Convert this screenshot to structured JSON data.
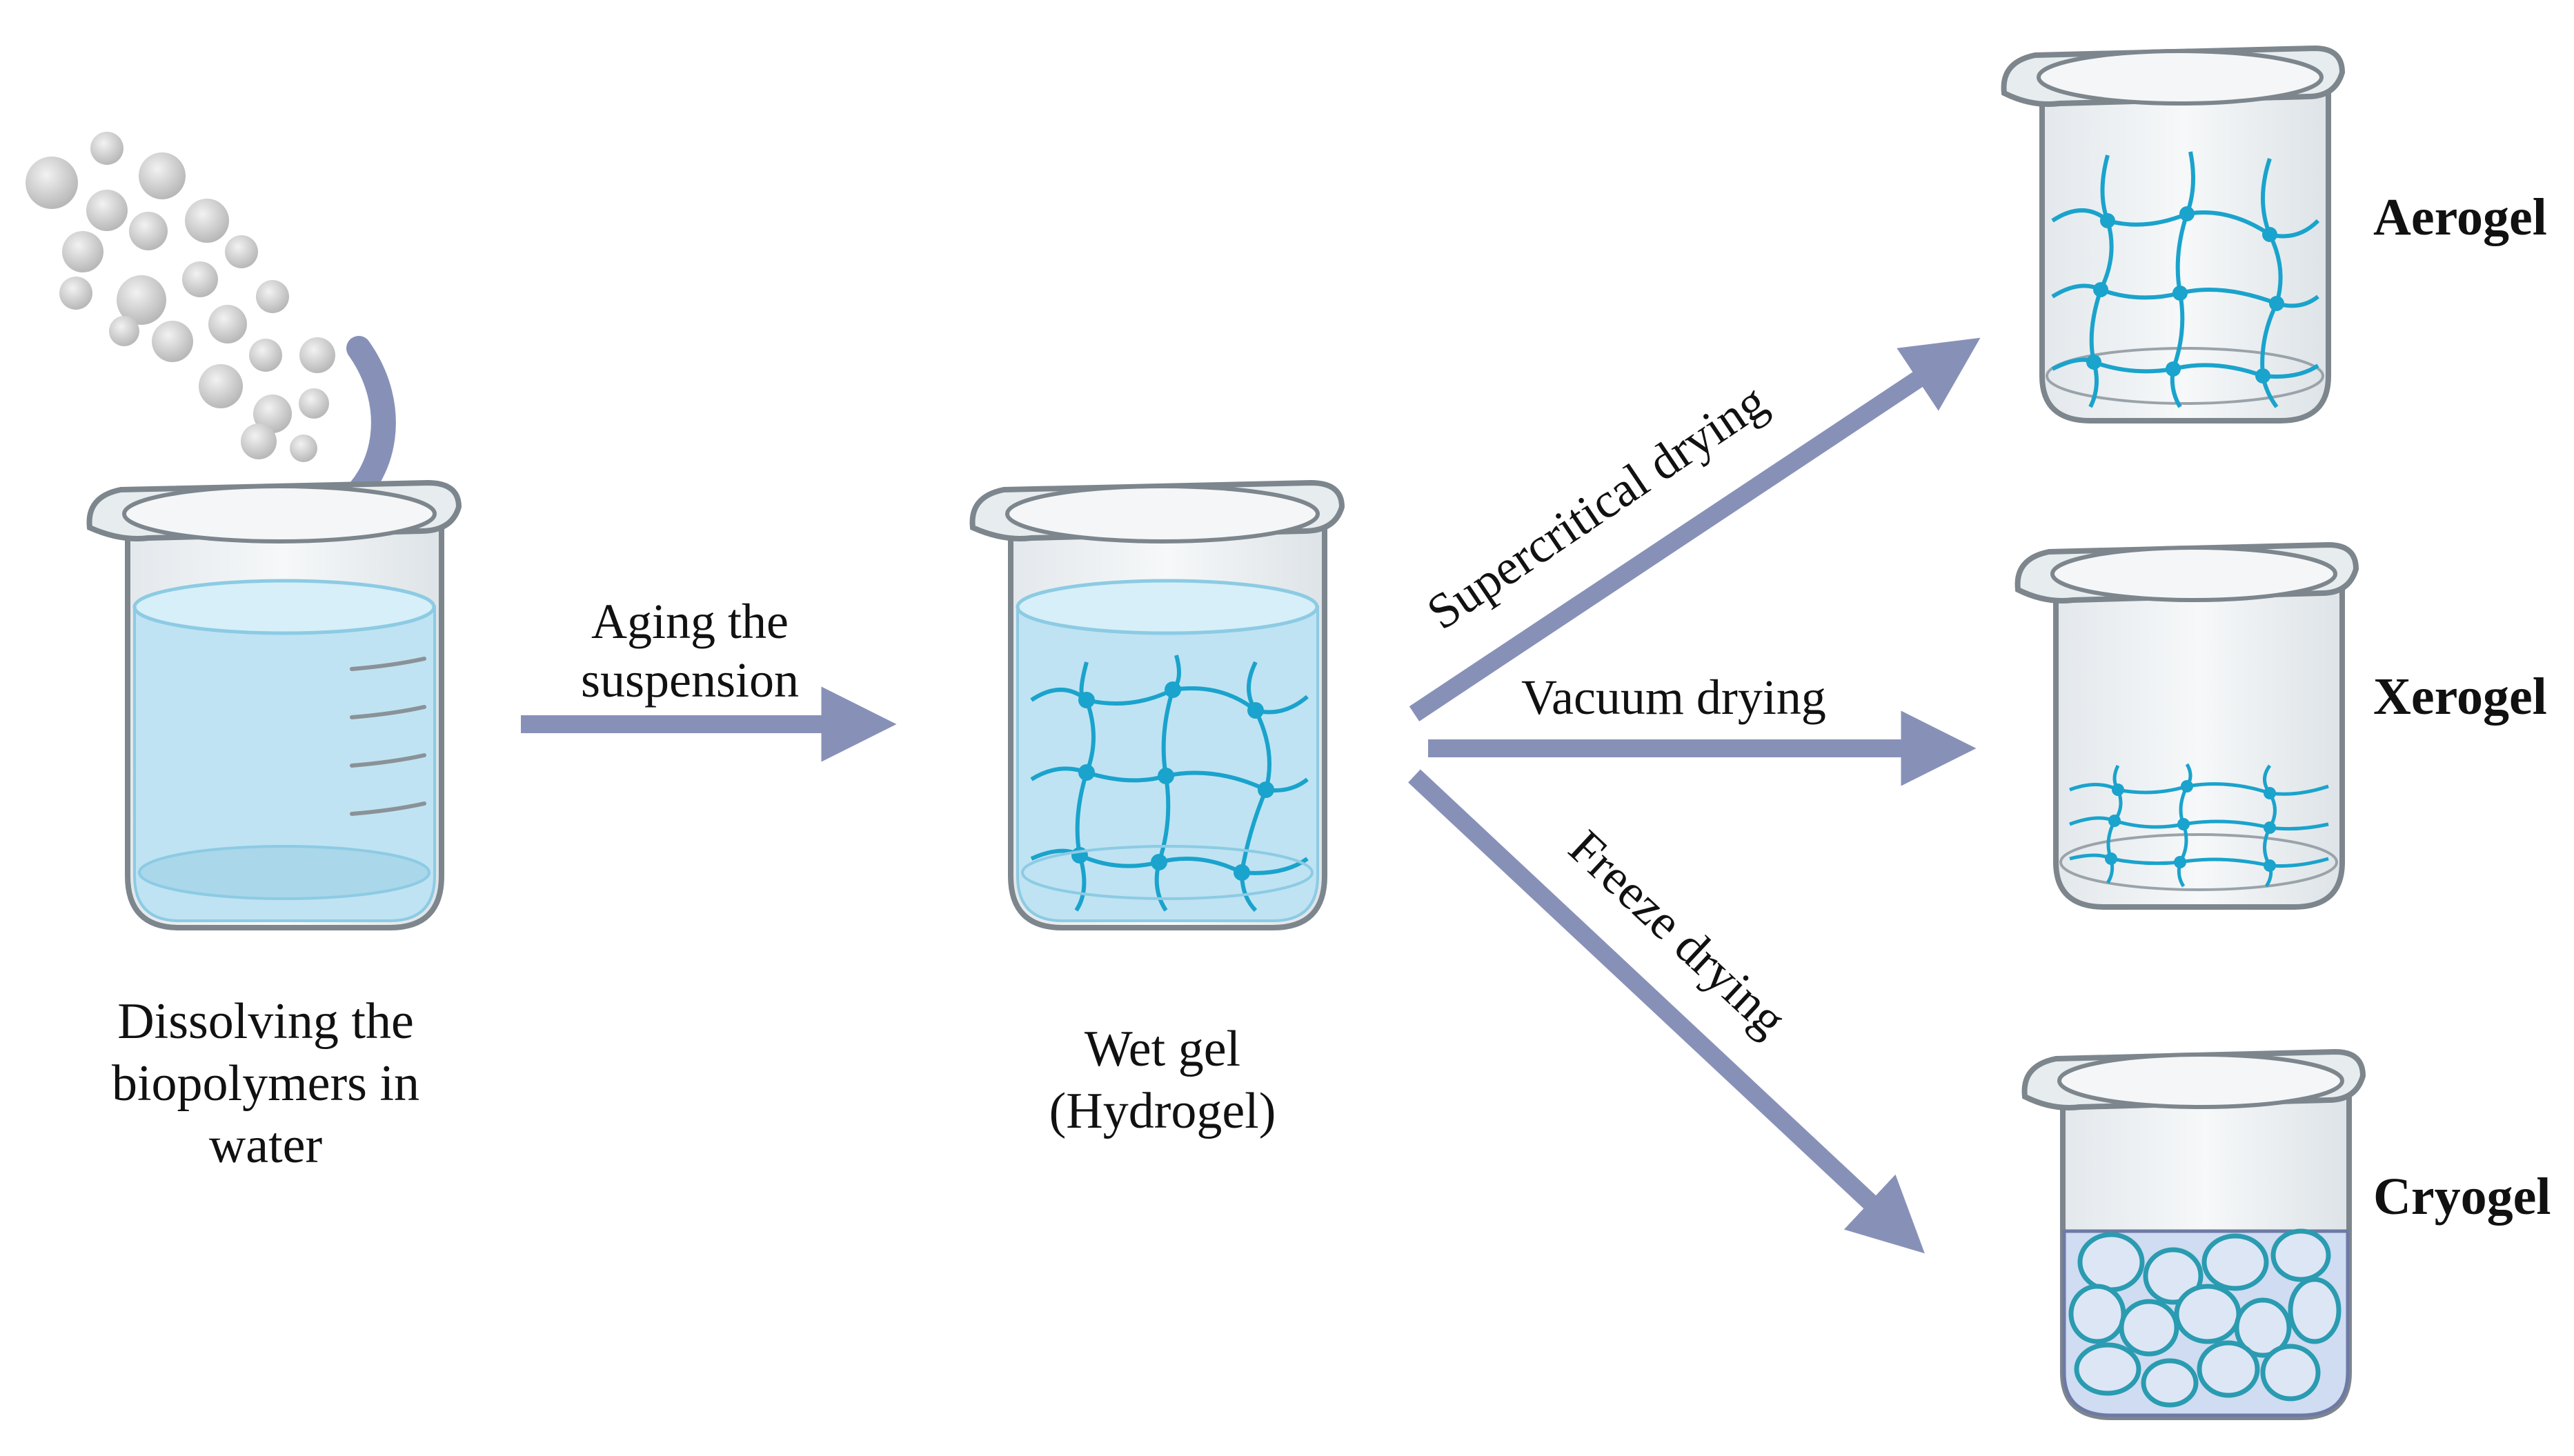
{
  "steps": {
    "dissolve": {
      "line1": "Dissolving the",
      "line2": "biopolymers in",
      "line3": "water"
    },
    "aging": {
      "line1": "Aging the",
      "line2": "suspension"
    },
    "wetgel": {
      "line1": "Wet gel",
      "line2": "(Hydrogel)"
    }
  },
  "drying": {
    "supercritical": "Supercritical drying",
    "vacuum": "Vacuum drying",
    "freeze": "Freeze drying"
  },
  "products": {
    "aerogel": "Aerogel",
    "xerogel": "Xerogel",
    "cryogel": "Cryogel"
  },
  "colors": {
    "arrow": "#8791b8",
    "water": "#bfe3f3",
    "water_edge": "#8ccbe3",
    "network": "#1aa3cc",
    "glass": "#eef1f3",
    "glass_edge": "#7d868d",
    "cryo_fill": "#cfdcf1",
    "cryo_cell": "#2a9bb0"
  }
}
